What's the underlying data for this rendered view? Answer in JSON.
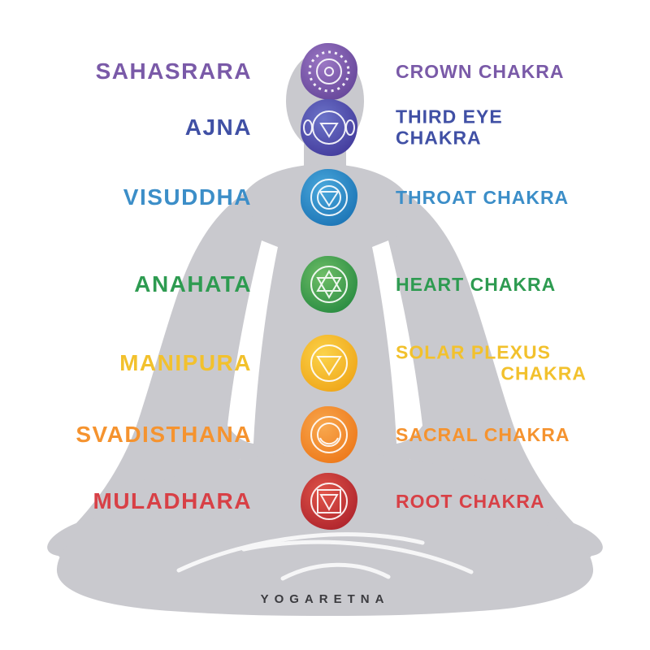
{
  "silhouette_color": "#c9c9ce",
  "watermark": "YOGARETNA",
  "chakras": [
    {
      "sanskrit": "SAHASRARA",
      "english_lines": [
        "CROWN CHAKRA"
      ],
      "color": "#7a5aa8",
      "blob": {
        "c1": "#9b77c4",
        "c2": "#6a4a9d"
      }
    },
    {
      "sanskrit": "AJNA",
      "english_lines": [
        "THIRD EYE CHAKRA"
      ],
      "color": "#4050a5",
      "blob": {
        "c1": "#6c74c9",
        "c2": "#463f9f"
      }
    },
    {
      "sanskrit": "VISUDDHA",
      "english_lines": [
        "THROAT CHAKRA"
      ],
      "color": "#3c8ec8",
      "blob": {
        "c1": "#4aa8dc",
        "c2": "#1f78b8"
      }
    },
    {
      "sanskrit": "ANAHATA",
      "english_lines": [
        "HEART CHAKRA"
      ],
      "color": "#2e9b51",
      "blob": {
        "c1": "#6fbe67",
        "c2": "#2e8f44"
      }
    },
    {
      "sanskrit": "MANIPURA",
      "english_lines": [
        "SOLAR PLEXUS",
        "CHAKRA"
      ],
      "color": "#f2c12d",
      "blob": {
        "c1": "#fbd34a",
        "c2": "#f0a91c"
      }
    },
    {
      "sanskrit": "SVADISTHANA",
      "english_lines": [
        "SACRAL CHAKRA"
      ],
      "color": "#f5932f",
      "blob": {
        "c1": "#f8a84e",
        "c2": "#ee7c1e"
      }
    },
    {
      "sanskrit": "MULADHARA",
      "english_lines": [
        "ROOT CHAKRA"
      ],
      "color": "#d84046",
      "blob": {
        "c1": "#e05549",
        "c2": "#b2272e"
      }
    }
  ]
}
